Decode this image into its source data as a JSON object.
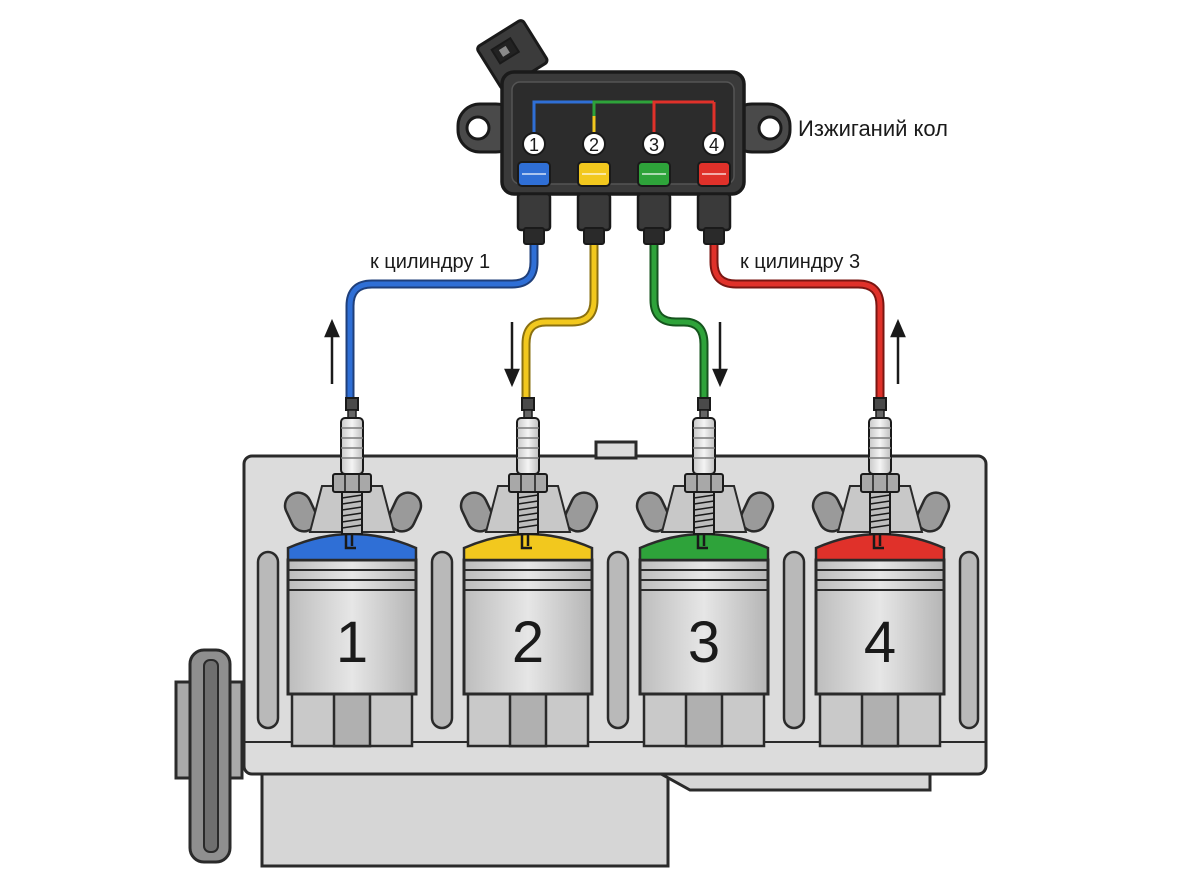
{
  "coil": {
    "title": "Изжиганий кол",
    "terminals": [
      {
        "number": "1",
        "color": "#2f6fd6"
      },
      {
        "number": "2",
        "color": "#f2c81e"
      },
      {
        "number": "3",
        "color": "#2ea33a"
      },
      {
        "number": "4",
        "color": "#e0312a"
      }
    ]
  },
  "wire_labels": {
    "wire1": "к цилиндру 1",
    "wire4": "к цилиндру 3"
  },
  "cylinders": [
    {
      "number": "1",
      "color": "#2f6fd6"
    },
    {
      "number": "2",
      "color": "#f2c81e"
    },
    {
      "number": "3",
      "color": "#2ea33a"
    },
    {
      "number": "4",
      "color": "#e0312a"
    }
  ],
  "icons": {
    "arrow_up": "arrow-up-icon",
    "arrow_down": "arrow-down-icon"
  }
}
